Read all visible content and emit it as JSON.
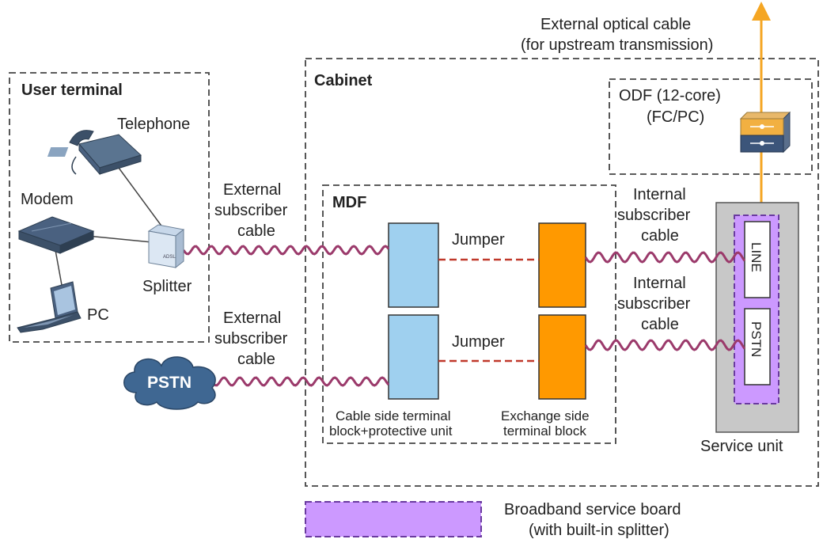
{
  "labels": {
    "optical_line1": "External optical cable",
    "optical_line2": "(for upstream transmission)",
    "user_terminal": "User terminal",
    "telephone": "Telephone",
    "modem": "Modem",
    "splitter": "Splitter",
    "pc": "PC",
    "cabinet": "Cabinet",
    "odf_line1": "ODF (12-core)",
    "odf_line2": "(FC/PC)",
    "mdf": "MDF",
    "ext_cable_1": [
      "External",
      "subscriber",
      "cable"
    ],
    "ext_cable_2": [
      "External",
      "subscriber",
      "cable"
    ],
    "int_cable_1": [
      "Internal",
      "subscriber",
      "cable"
    ],
    "int_cable_2": [
      "Internal",
      "subscriber",
      "cable"
    ],
    "jumper_1": "Jumper",
    "jumper_2": "Jumper",
    "pstn_cloud": "PSTN",
    "cable_side_line1": "Cable side terminal",
    "cable_side_line2": "block+protective unit",
    "exchange_side_line1": "Exchange side",
    "exchange_side_line2": "terminal block",
    "port_line": "LINE",
    "port_pstn": "PSTN",
    "service_unit": "Service unit",
    "legend_line1": "Broadband service board",
    "legend_line2": "(with built-in splitter)"
  },
  "colors": {
    "cable_wave": "#9b3a6b",
    "optical": "#f5a623",
    "jumper": "#c0392b",
    "cable_block": "#9fd0ef",
    "exchange_block": "#ff9900",
    "service_unit_fill": "#c8c8c8",
    "board_fill": "#cc99ff",
    "cloud": "#3f6792"
  },
  "icons": [
    "telephone-icon",
    "modem-icon",
    "splitter-icon",
    "pc-icon",
    "odf-icon",
    "pstn-cloud-icon"
  ]
}
